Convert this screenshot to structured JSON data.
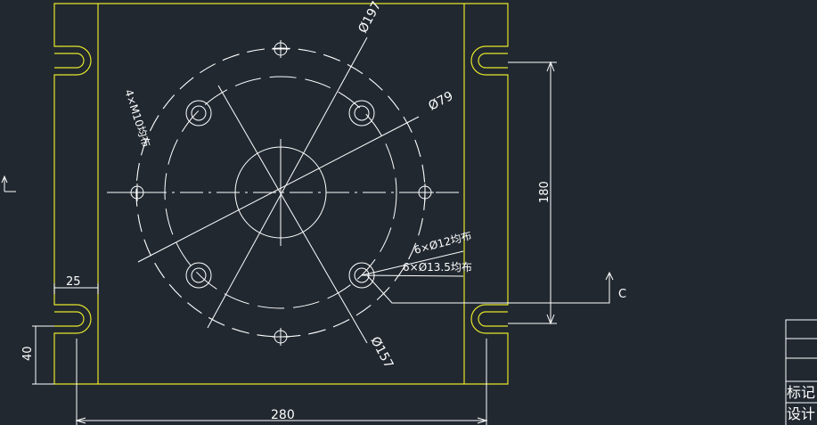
{
  "drawing": {
    "dimensions": {
      "d197": "Ø197",
      "d79": "Ø79",
      "d157": "Ø157",
      "d180": "180",
      "d280": "280",
      "d25": "25",
      "d40": "40"
    },
    "notes": {
      "tapped_holes": "4×M10均布",
      "through_holes_small": "6×Ø12均布",
      "through_holes_large": "6×Ø13.5均布"
    },
    "section_marker": "C",
    "title_block": {
      "mark_label": "标记",
      "design_label": "设计"
    },
    "colors": {
      "background": "#212830",
      "outline": "#e6e62a",
      "annotation": "#ffffff"
    }
  }
}
